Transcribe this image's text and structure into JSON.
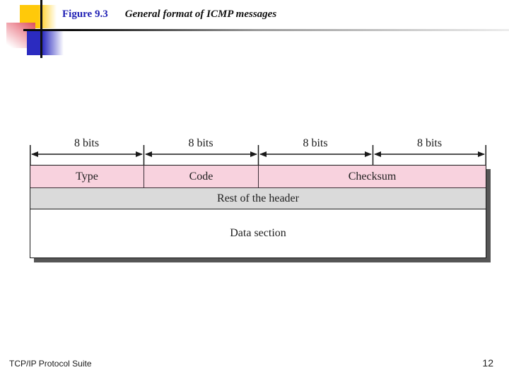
{
  "slide": {
    "title_label": "Figure 9.3",
    "title_text": "General format of ICMP messages",
    "footer_left": "TCP/IP Protocol Suite",
    "page_number": "12"
  },
  "diagram": {
    "bit_scale_labels": [
      "8 bits",
      "8 bits",
      "8 bits",
      "8 bits"
    ],
    "row1_fields": [
      {
        "label": "Type",
        "span_columns": 1
      },
      {
        "label": "Code",
        "span_columns": 1
      },
      {
        "label": "Checksum",
        "span_columns": 2
      }
    ],
    "row2_label": "Rest of the header",
    "row3_label": "Data section",
    "colors": {
      "field_row_bg": "#f8d2de",
      "rest_row_bg": "#dadada",
      "data_row_bg": "#ffffff",
      "table_border": "#1a1a1a",
      "shadow": "#565656"
    }
  },
  "decoration": {
    "logo_yellow": "#ffc90a",
    "logo_red": "#dd5663",
    "logo_blue": "#2b2bc0",
    "title_label_color": "#1f1fb4"
  }
}
